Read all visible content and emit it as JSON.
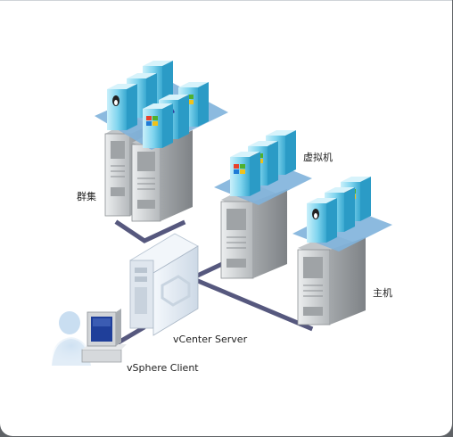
{
  "labels": {
    "cluster": "群集",
    "vm": "虚拟机",
    "host": "主机",
    "vcenter": "vCenter Server",
    "client": "vSphere Client"
  },
  "vm_icons": [
    "linux-icon",
    "windows-icon",
    "netware-icon",
    "solaris-icon"
  ],
  "colors": {
    "vm_box": "#8fdcf0",
    "vm_box_dark": "#3fb2d6",
    "platform": "#6aa7d6",
    "server": "#d4d6d8",
    "network": "#56587e",
    "vcenter": "#e6eef6",
    "monitor_screen": "#1f3f9a"
  }
}
